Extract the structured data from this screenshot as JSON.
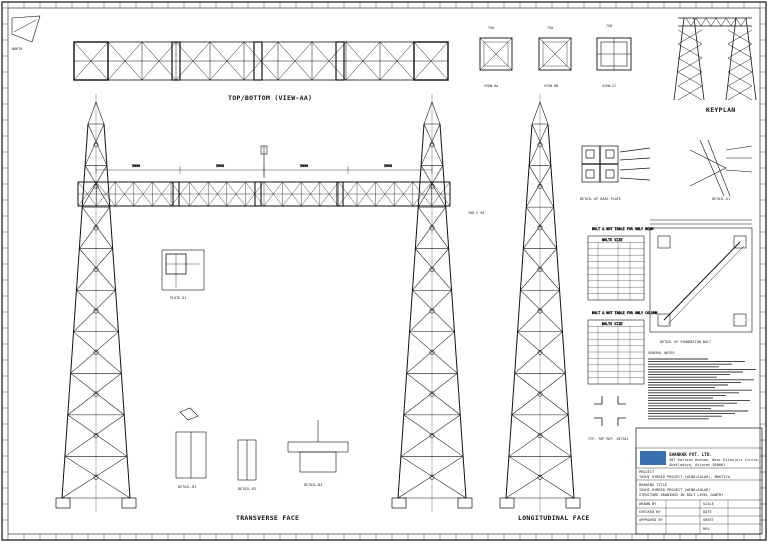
{
  "views": {
    "top": "TOP/BOTTOM (VIEW-AA)",
    "a": "VIEW-AA",
    "b": "VIEW-BB",
    "c": "VIEW-CC",
    "key": "KEYPLAN",
    "north": "NORTH",
    "transverse": "TRANSVERSE FACE",
    "longitudinal": "LONGITUDINAL FACE",
    "base_plate": "DETAIL OF BASE PLATE",
    "detail_x": "DETAIL-X1",
    "detail_b1": "DETAIL-B1",
    "detail_b2": "DETAIL-B2",
    "detail_b3": "DETAIL-B3",
    "plate_d1": "PLATE-D1",
    "foundation_bolt": "DETAIL OF FOUNDATION BOLT",
    "top_rep": "TYP. TOP REP. DETAIL"
  },
  "beam": {
    "spans": [
      "5000",
      "5000",
      "5000",
      "5000"
    ],
    "end_mark": "700 X 50"
  },
  "section_dims": {
    "a": "750",
    "b": "750",
    "c": "750"
  },
  "bolt_tables": [
    {
      "title": "BOLT & NUT TABLE FOR ONLY BEAM",
      "header": "BOLTS SIZE"
    },
    {
      "title": "BOLT & NUT TABLE FOR ONLY COLUMN",
      "header": "BOLTS SIZE"
    }
  ],
  "notes_title": "GENERAL NOTES",
  "title_block": {
    "company": "SHANKAR PVT. LTD.",
    "address_1": "307 Kailash Avenue, Near Gitanjali Circle,",
    "address_2": "Ghatlodiya, Gujarat 380061",
    "project_label": "PROJECT",
    "project": "TASHI HYBRID PROJECT (WIND+SOLAR), BHATIYA",
    "drawing_label": "DRAWING TITLE",
    "drawing_1": "TASHI HYBRID PROJECT (WIND+SOLAR)",
    "drawing_2": "STRUCTURE DRAWINGS IN BOLT LEVEL GANTRY",
    "drawn_by": "DRAWN BY",
    "checked_by": "CHECKED BY",
    "approved_by": "APPROVED BY",
    "scale": "SCALE",
    "date": "DATE",
    "sheet": "SHEET",
    "rev": "REV"
  },
  "colors": {
    "ink": "#111111",
    "paper": "#ffffff",
    "logo": "#3a6fb0"
  }
}
